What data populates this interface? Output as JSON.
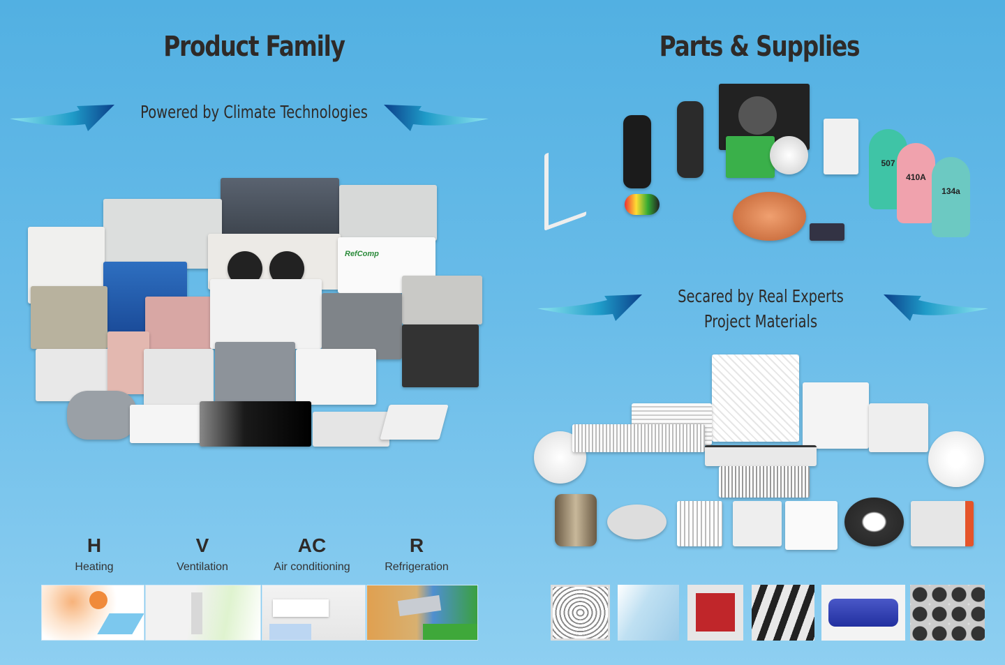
{
  "left": {
    "title": "Product Family",
    "subtitle": "Powered by Climate Technologies",
    "categories": [
      {
        "letter": "H",
        "label": "Heating"
      },
      {
        "letter": "V",
        "label": "Ventilation"
      },
      {
        "letter": "AC",
        "label": "Air conditioning"
      },
      {
        "letter": "R",
        "label": "Refrigeration"
      }
    ],
    "unit_brand": "RefComp"
  },
  "right": {
    "title": "Parts & Supplies",
    "subtitle_line1": "Secared by Real Experts",
    "subtitle_line2": "Project Materials",
    "refrigerants": [
      "507",
      "410A",
      "134a"
    ]
  },
  "colors": {
    "bg_top": "#52b0e2",
    "bg_bottom": "#8ecff1",
    "text": "#2e2a28",
    "arrow": "#1a6fb0"
  }
}
